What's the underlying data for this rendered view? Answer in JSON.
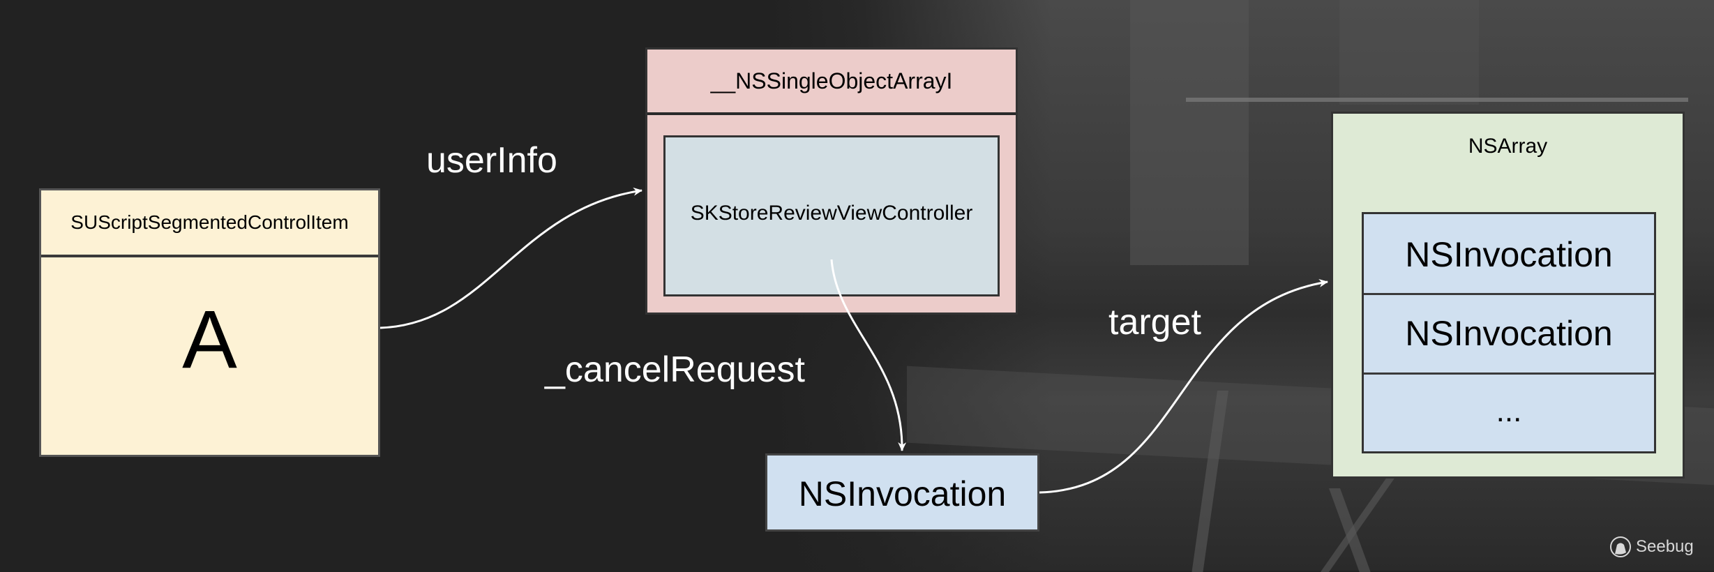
{
  "boxes": {
    "su_item": {
      "title": "SUScriptSegmentedControlItem",
      "content": "A",
      "color": "#fdf2d5"
    },
    "single_array": {
      "title": "__NSSingleObjectArrayI",
      "color": "#ecccca"
    },
    "sk_controller": {
      "title": "SKStoreReviewViewController",
      "color": "#d3dfe4"
    },
    "invocation": {
      "title": "NSInvocation",
      "color": "#d0e0f0"
    },
    "ns_array": {
      "title": "NSArray",
      "color": "#deead5",
      "items": [
        "NSInvocation",
        "NSInvocation",
        "..."
      ]
    }
  },
  "edges": [
    {
      "label": "userInfo",
      "from": "su_item",
      "to": "single_array"
    },
    {
      "label": "_cancelRequest",
      "from": "sk_controller",
      "to": "invocation"
    },
    {
      "label": "target",
      "from": "invocation",
      "to": "ns_array"
    }
  ],
  "watermark": {
    "text": "Seebug",
    "icon": "seebug-bug-icon"
  }
}
